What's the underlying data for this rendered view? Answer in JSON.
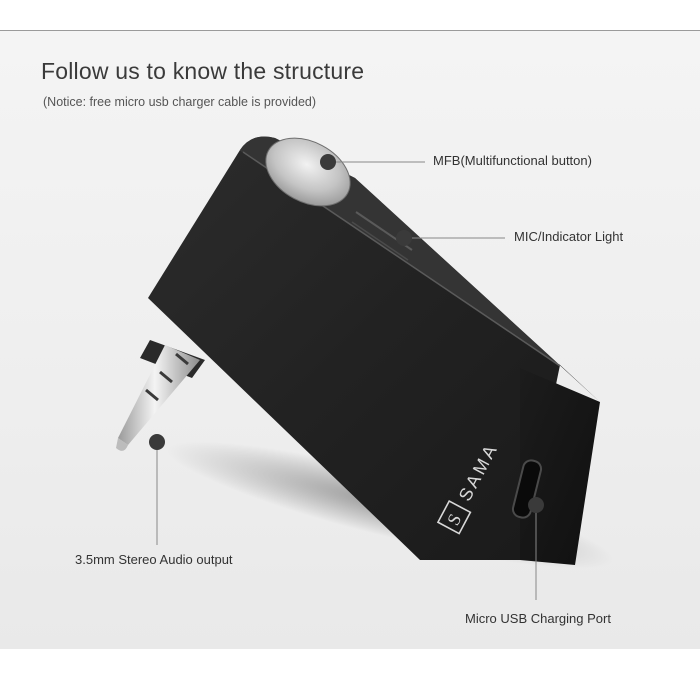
{
  "header": {
    "title": "Follow us to know the structure",
    "notice": "(Notice: free micro usb charger cable is provided)"
  },
  "callouts": {
    "mfb": "MFB(Multifunctional button)",
    "mic": "MIC/Indicator Light",
    "audio": "3.5mm Stereo Audio output",
    "usb": "Micro USB Charging Port"
  },
  "product": {
    "brand_logo": "SAMA",
    "icons": [
      "multifunction-button",
      "mic-indicator-light",
      "audio-jack",
      "micro-usb-port"
    ]
  },
  "colors": {
    "body": "#1e1e1e",
    "leader_line": "#888888",
    "dot": "#3a3a3a"
  }
}
